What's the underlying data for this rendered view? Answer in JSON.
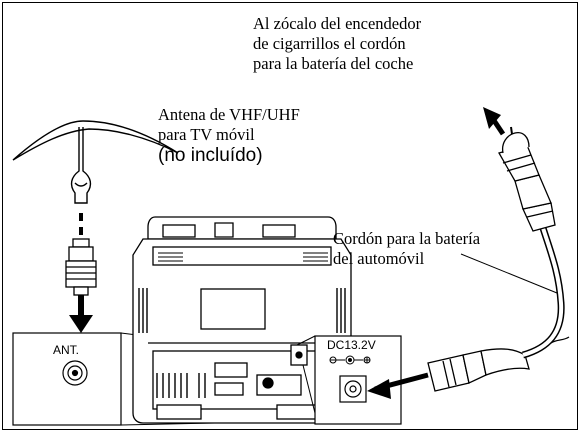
{
  "labels": {
    "cigarette_socket": [
      "Al zócalo del encendedor",
      "de cigarrillos el cordón",
      "para la batería del coche"
    ],
    "antenna": [
      "Antena de VHF/UHF",
      "para TV móvil",
      "(no incluído)"
    ],
    "battery_cord": [
      "Cordón para la batería",
      "del automóvil"
    ],
    "ant_jack": "ANT.",
    "dc_jack": "DC13.2V"
  },
  "icons": [
    "antenna-icon",
    "coax-plug-icon",
    "tv-back-icon",
    "dc-jack-icon",
    "car-lighter-plug-icon",
    "polarity-symbol-icon"
  ]
}
